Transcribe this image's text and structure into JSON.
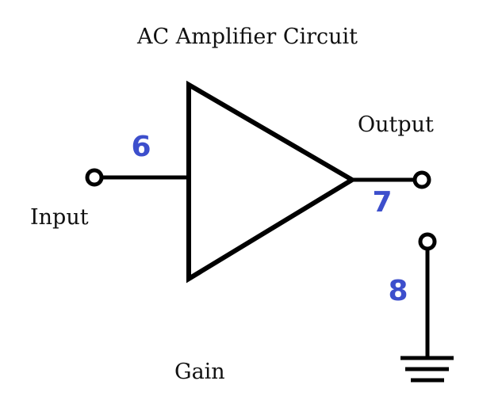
{
  "title": "AC Amplifier Circuit",
  "labels": {
    "input": "Input",
    "output": "Output",
    "gain": "Gain"
  },
  "markers": {
    "input_marker": "6",
    "output_marker": "7",
    "ground_marker": "8"
  },
  "colors": {
    "line": "#000000",
    "marker": "#3d4fcc",
    "background": "#ffffff"
  },
  "icons": {
    "amplifier": "triangle-amplifier-icon",
    "ground": "ground-symbol-icon",
    "terminal": "open-circle-terminal-icon"
  }
}
